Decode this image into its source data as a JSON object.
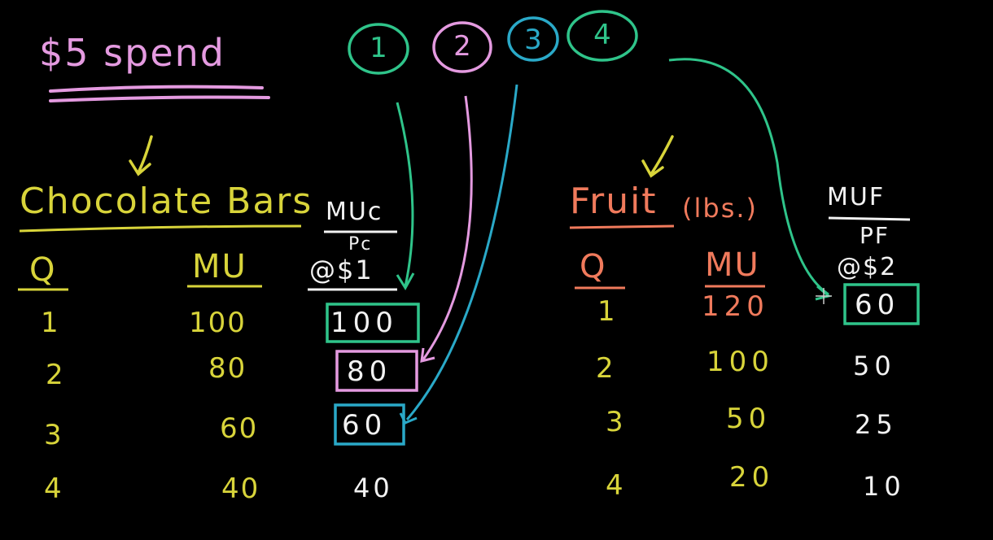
{
  "title": "$5 spend",
  "steps": [
    "1",
    "2",
    "3",
    "4"
  ],
  "chocolate": {
    "heading": "Chocolate Bars",
    "col_q": "Q",
    "col_mu": "MU",
    "ratio_top": "MUc",
    "ratio_bottom": "Pc",
    "price": "@$1",
    "rows": [
      {
        "q": "1",
        "mu": "100",
        "ratio": "100"
      },
      {
        "q": "2",
        "mu": "80",
        "ratio": "80"
      },
      {
        "q": "3",
        "mu": "60",
        "ratio": "60"
      },
      {
        "q": "4",
        "mu": "40",
        "ratio": "40"
      }
    ]
  },
  "fruit": {
    "heading": "Fruit",
    "unit": "(lbs.)",
    "col_q": "Q",
    "col_mu": "MU",
    "ratio_top": "MUF",
    "ratio_bottom": "PF",
    "price": "@$2",
    "rows": [
      {
        "q": "1",
        "mu": "120",
        "ratio": "60"
      },
      {
        "q": "2",
        "mu": "100",
        "ratio": "50"
      },
      {
        "q": "3",
        "mu": "50",
        "ratio": "25"
      },
      {
        "q": "4",
        "mu": "20",
        "ratio": "10"
      }
    ]
  },
  "colors": {
    "pink": "#e49ae0",
    "yellow": "#d8d43a",
    "orange": "#f07a5c",
    "green": "#2fc48a",
    "teal": "#2aa9c8",
    "white": "#f2f2f2"
  }
}
